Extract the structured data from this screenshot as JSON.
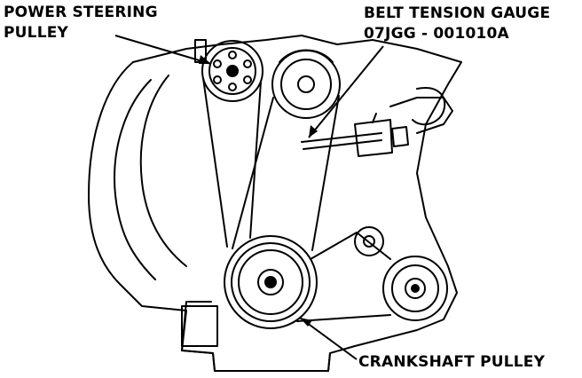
{
  "labels": {
    "power_steering_line1": "POWER STEERING",
    "power_steering_line2": "PULLEY",
    "belt_tension_gauge_line1": "BELT TENSION GAUGE",
    "belt_tension_gauge_line2": "07JGG - 001010A",
    "crankshaft_pulley": "CRANKSHAFT PULLEY"
  },
  "colors": {
    "ink": "#000000",
    "paper": "#ffffff"
  }
}
